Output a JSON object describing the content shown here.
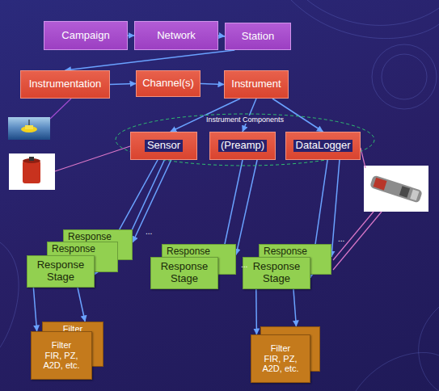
{
  "diagram": {
    "nodes": [
      {
        "text": [
          "Campaign"
        ]
      },
      {
        "text": [
          "Network"
        ]
      },
      {
        "text": [
          "Station"
        ]
      },
      {
        "text": [
          "Instrumentation"
        ]
      },
      {
        "text": [
          "Channel(s)"
        ]
      },
      {
        "text": [
          "Instrument"
        ]
      },
      {
        "text": [
          "Instrument Components"
        ]
      },
      {
        "text": [
          "Sensor"
        ],
        "in": 6
      },
      {
        "text": [
          "(Preamp)"
        ],
        "in": 6
      },
      {
        "text": [
          "DataLogger"
        ],
        "in": 6
      },
      {
        "text": [
          "Response"
        ]
      },
      {
        "text": [
          "Response"
        ]
      },
      {
        "text": [
          "Response Stage"
        ]
      },
      {
        "text": [
          "Response"
        ]
      },
      {
        "text": [
          "Response Stage"
        ]
      },
      {
        "text": [
          "Response"
        ]
      },
      {
        "text": [
          "Response Stage"
        ]
      },
      {
        "text": [
          "Filter"
        ]
      },
      {
        "text": [
          "Filter",
          "FIR, PZ, A2D, etc."
        ]
      },
      {
        "text": [
          "..."
        ]
      },
      {
        "text": [
          "Filter",
          "FIR, PZ, A2D, etc."
        ]
      }
    ],
    "edges": [
      {
        "from": 0,
        "to": 1,
        "arrow": "to"
      },
      {
        "from": 1,
        "to": 2,
        "arrow": "to"
      },
      {
        "from": 2,
        "to": 3,
        "arrow": "to"
      },
      {
        "from": 3,
        "to": 4,
        "arrow": "to"
      },
      {
        "from": 4,
        "to": 5,
        "arrow": "to"
      },
      {
        "from": 5,
        "to": 7,
        "arrow": "to"
      },
      {
        "from": 5,
        "to": 8,
        "arrow": "to"
      },
      {
        "from": 5,
        "to": 9,
        "arrow": "to"
      },
      {
        "from": 7,
        "to": 12,
        "arrow": "to"
      },
      {
        "from": 7,
        "to": 11,
        "arrow": "to"
      },
      {
        "from": 7,
        "to": 10,
        "arrow": "to"
      },
      {
        "from": 8,
        "to": 14,
        "arrow": "to"
      },
      {
        "from": 8,
        "to": 13,
        "arrow": "to"
      },
      {
        "from": 9,
        "to": 16,
        "arrow": "to"
      },
      {
        "from": 9,
        "to": 15,
        "arrow": "to"
      },
      {
        "from": 12,
        "to": 18,
        "arrow": "to"
      },
      {
        "from": 12,
        "to": 17,
        "arrow": "to"
      },
      {
        "from": 16,
        "to": 20,
        "arrow": "to"
      },
      {
        "from": 16,
        "to": 19,
        "arrow": "to"
      }
    ],
    "labels": [
      "...",
      "...",
      "..."
    ]
  }
}
